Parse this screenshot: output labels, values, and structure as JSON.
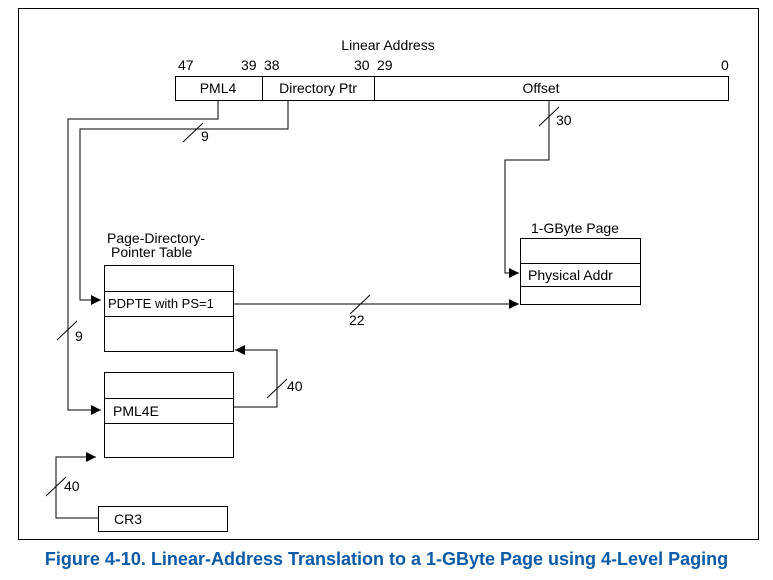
{
  "linear_address": {
    "title": "Linear Address",
    "bits": {
      "b47": "47",
      "b39": "39",
      "b38": "38",
      "b30": "30",
      "b29": "29",
      "b0": "0"
    },
    "fields": {
      "pml4": "PML4",
      "directory_ptr": "Directory Ptr",
      "offset": "Offset"
    }
  },
  "widths": {
    "pml4_index": "9",
    "pdpt_index": "9",
    "offset": "30",
    "pdpte_addr": "22",
    "pml4e_addr": "40",
    "cr3_addr": "40"
  },
  "pdpt": {
    "title_line1": "Page-Directory-",
    "title_line2": "Pointer Table",
    "entry": "PDPTE with PS=1"
  },
  "page": {
    "title": "1-GByte Page",
    "entry": "Physical Addr"
  },
  "pml4_table": {
    "entry": "PML4E"
  },
  "cr3": {
    "label": "CR3"
  },
  "caption": "Figure 4-10.  Linear-Address Translation to a 1-GByte Page using 4-Level Paging"
}
